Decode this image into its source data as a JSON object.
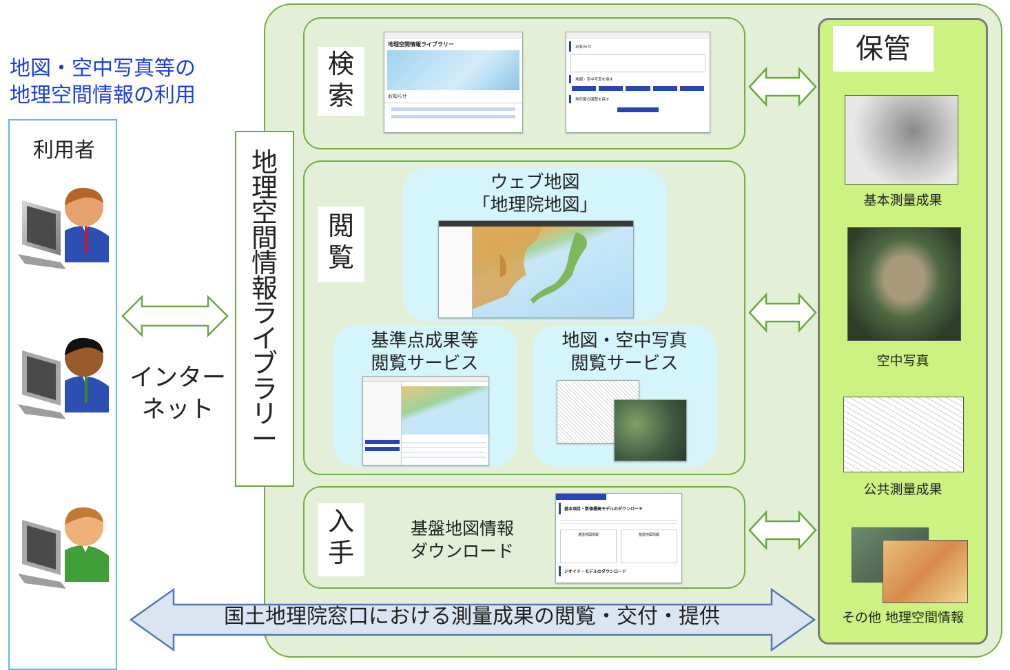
{
  "title": "地図・空中写真等の\n地理空間情報の利用",
  "user_panel": {
    "label": "利用者"
  },
  "internet_label": "インター\nネット",
  "library_label": "地\n理\n空\n間\n情\n報\nラ\nイ\nブ\nラ\nリ\nー",
  "sections": {
    "search": {
      "label": "検\n索"
    },
    "browse": {
      "label": "閲\n覧",
      "web_map": "ウェブ地図\n「地理院地図」",
      "kijunten": "基準点成果等\n閲覧サービス",
      "chizu": "地図・空中写真\n閲覧サービス"
    },
    "obtain": {
      "label": "入\n手",
      "download": "基盤地図情報\nダウンロード"
    }
  },
  "screenshots": {
    "library_home": {
      "title": "地理空間情報ライブラリー",
      "notice": "お知らせ"
    },
    "map_photo_service": {
      "notice": "お知らせ",
      "heading1": "地図・空中写真を探す",
      "heading2": "地形図の図歴を探す"
    },
    "download_page": {
      "heading1": "基本項目・数値標高モデルのダウンロード",
      "heading2": "ジオイド・モデルのダウンロード",
      "card1": "基盤地図情報",
      "card2": "基盤地図情報"
    }
  },
  "storage": {
    "title": "保管",
    "items": [
      "基本測量成果",
      "空中写真",
      "公共測量成果",
      "その他 地理空間情報"
    ]
  },
  "bottom_arrow_text": "国土地理院窓口における測量成果の閲覧・交付・提供",
  "colors": {
    "title_blue": "#1a3fe0",
    "panel_green": "#e3f0d7",
    "border_green": "#72ad3f",
    "storage_green": "#ccf381",
    "cyan": "#d4f5fb",
    "arrow_blue": "#dae5f1"
  }
}
